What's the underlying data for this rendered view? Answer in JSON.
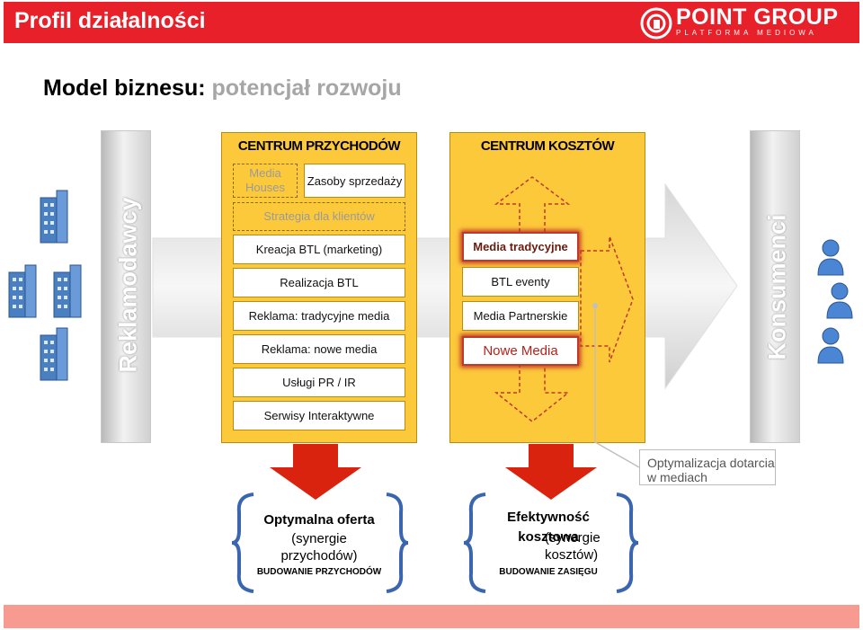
{
  "header": {
    "title": "Profil działalności",
    "logo_text": "POINT GROUP",
    "logo_subtitle": "PLATFORMA MEDIOWA",
    "brand_color": "#e8202a"
  },
  "heading": {
    "main": "Model biznesu:",
    "sub": "potencjał rozwoju"
  },
  "diagram": {
    "left_pillar": "Reklamodawcy",
    "right_pillar": "Konsumenci",
    "revenue_center": {
      "title": "CENTRUM PRZYCHODÓW",
      "media_houses": "Media Houses",
      "sales_resources": "Zasoby sprzedaży",
      "strategy": "Strategia dla klientów",
      "items": [
        "Kreacja BTL (marketing)",
        "Realizacja BTL",
        "Reklama: tradycyjne media",
        "Reklama: nowe media",
        "Usługi PR / IR",
        "Serwisy Interaktywne"
      ]
    },
    "cost_center": {
      "title": "CENTRUM KOSZTÓW",
      "items": [
        "Media tradycyjne",
        "BTL eventy",
        "Media Partnerskie",
        "Nowe Media"
      ]
    },
    "note": "Optymalizacja dotarcia w mediach",
    "outcome_left": {
      "title": "Optymalna oferta",
      "detail": "(synergie przychodów)",
      "tag": "BUDOWANIE PRZYCHODÓW"
    },
    "outcome_right": {
      "title_1": "Efektywność",
      "title_2": "kosztowa",
      "detail": "(synergie kosztów)",
      "tag": "BUDOWANIE ZASIĘGU"
    }
  },
  "colors": {
    "panel": "#fcc93b",
    "arrow_red": "#d9230f",
    "footer": "#f79a8f"
  },
  "icons": [
    "building-icon",
    "person-icon"
  ]
}
